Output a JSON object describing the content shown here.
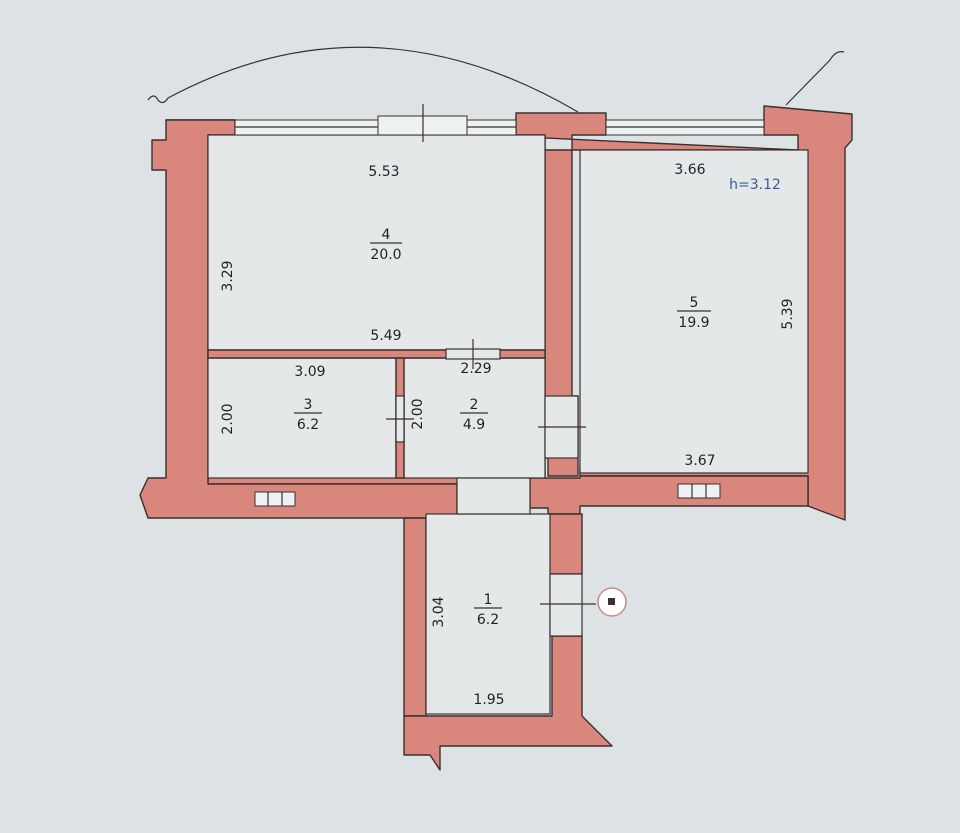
{
  "ceiling_height": "h=3.12",
  "rooms": [
    {
      "number": "4",
      "area": "20.0"
    },
    {
      "number": "5",
      "area": "19.9"
    },
    {
      "number": "3",
      "area": "6.2"
    },
    {
      "number": "2",
      "area": "4.9"
    },
    {
      "number": "1",
      "area": "6.2"
    }
  ],
  "dimensions": {
    "room4_top": "5.53",
    "room4_left": "3.29",
    "room4_bottom": "5.49",
    "room5_top": "3.66",
    "room5_right": "5.39",
    "room5_bottom": "3.67",
    "room3_top": "3.09",
    "room3_left": "2.00",
    "room2_top": "2.29",
    "room2_left": "2.00",
    "room1_left": "3.04",
    "room1_bottom": "1.95"
  },
  "colors": {
    "wall": "#d9877c",
    "room_floor": "#e4e8e9",
    "outline": "#3a3030",
    "height_text": "#2e5f9a"
  }
}
